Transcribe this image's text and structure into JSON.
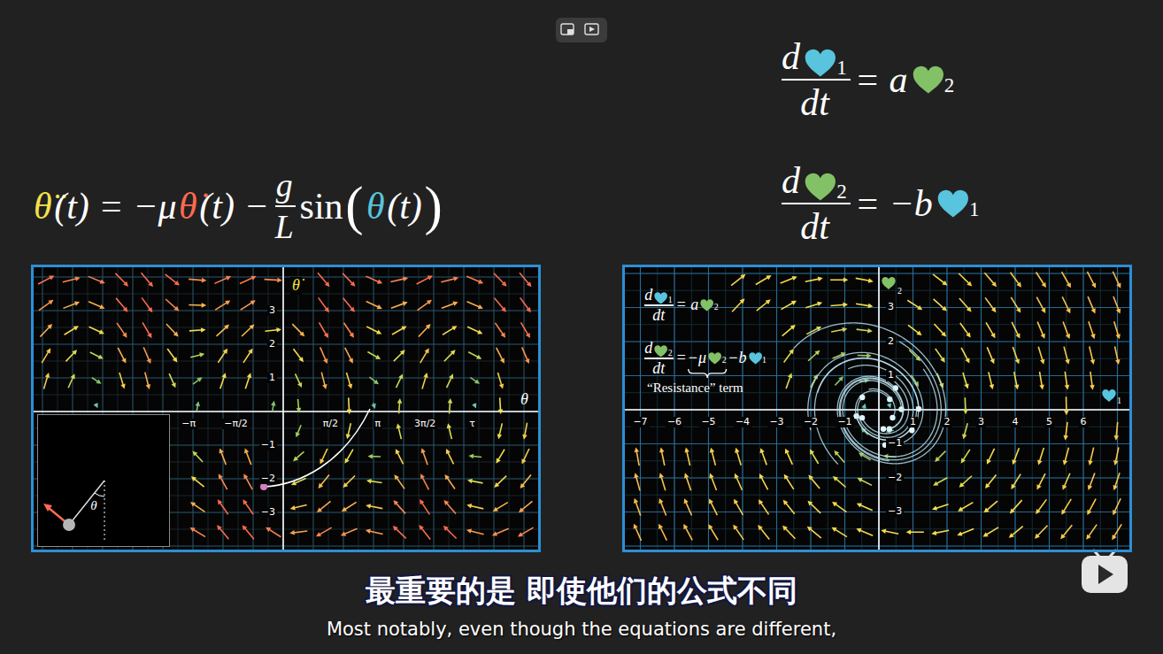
{
  "diagram": {
    "nodes": [
      {
        "text": [
          "θ̇",
          "θ",
          "3",
          "2",
          "1",
          "−1",
          "−2",
          "−3",
          "−π",
          "−π/2",
          "π/2",
          "π",
          "3π/2",
          "τ"
        ]
      },
      {
        "text": [
          "θ"
        ],
        "in": 0
      },
      {
        "text": [
          "d",
          "1",
          "dt",
          "= a",
          "2",
          "d",
          "2",
          "dt",
          "=",
          "−μ",
          "2",
          "−b",
          "1",
          "“Resistance” term",
          "2",
          "1",
          "−7",
          "−6",
          "−5",
          "−4",
          "−3",
          "−2",
          "−1",
          "1",
          "2",
          "3",
          "4",
          "5",
          "6",
          "3",
          "2",
          "1",
          "−1",
          "−2",
          "−3"
        ]
      }
    ],
    "labels": [
      "θ̈",
      "(t) = −μ",
      "θ̇",
      "(t) −",
      "g",
      "L",
      "sin",
      "(",
      "θ",
      "(t)",
      ")",
      "d",
      "1",
      "dt",
      "= a",
      "2",
      "d",
      "2",
      "dt",
      "= −b",
      "1",
      "最重要的是 即使他们的公式不同",
      "Most notably, even though the equations are different,"
    ]
  }
}
